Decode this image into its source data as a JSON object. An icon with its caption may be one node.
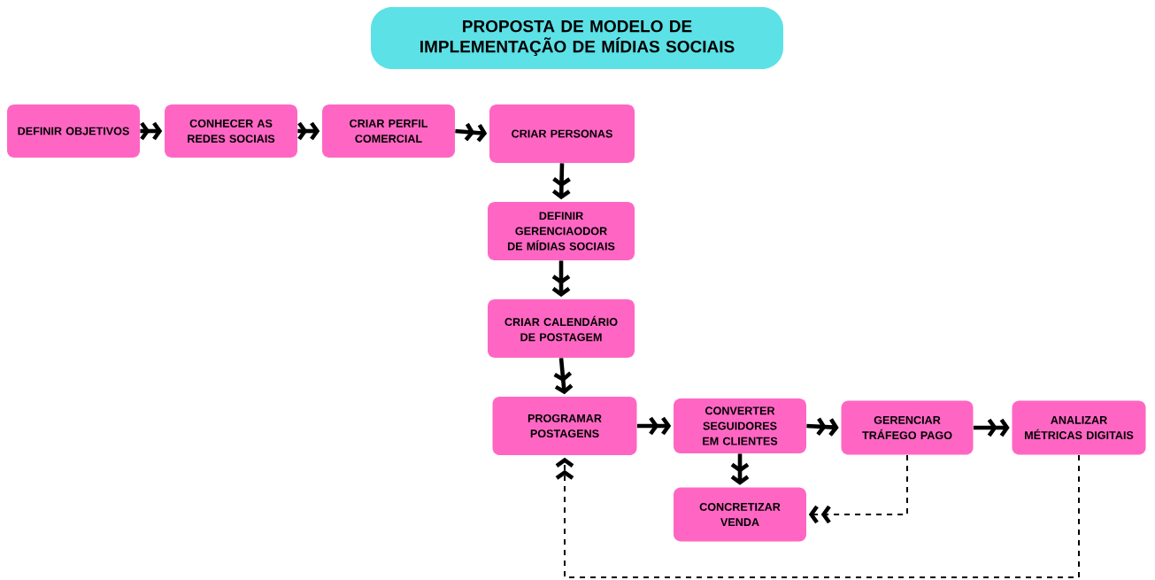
{
  "diagram": {
    "title": "PROPOSTA DE MODELO DE IMPLEMENTAÇÃO DE MÍDIAS SOCIAIS",
    "nodes": [
      {
        "text": [
          "DEFINIR OBJETIVOS"
        ]
      },
      {
        "text": [
          "CONHECER AS REDES SOCIAIS"
        ]
      },
      {
        "text": [
          "CRIAR PERFIL COMERCIAL"
        ]
      },
      {
        "text": [
          "CRIAR PERSONAS"
        ]
      },
      {
        "text": [
          "DEFINIR GERENCIAODOR DE MÍDIAS SOCIAIS"
        ]
      },
      {
        "text": [
          "CRIAR CALENDÁRIO DE POSTAGEM"
        ]
      },
      {
        "text": [
          "PROGRAMAR POSTAGENS"
        ]
      },
      {
        "text": [
          "CONVERTER SEGUIDORES EM CLIENTES"
        ]
      },
      {
        "text": [
          "GERENCIAR TRÁFEGO PAGO"
        ]
      },
      {
        "text": [
          "ANALIZAR MÉTRICAS DIGITAIS"
        ]
      },
      {
        "text": [
          "CONCRETIZAR VENDA"
        ]
      }
    ],
    "edges": [
      {
        "from": 0,
        "to": 1,
        "arrow": "to"
      },
      {
        "from": 1,
        "to": 2,
        "arrow": "to"
      },
      {
        "from": 2,
        "to": 3,
        "arrow": "to"
      },
      {
        "from": 3,
        "to": 4,
        "arrow": "to"
      },
      {
        "from": 4,
        "to": 5,
        "arrow": "to"
      },
      {
        "from": 5,
        "to": 6,
        "arrow": "to"
      },
      {
        "from": 6,
        "to": 7,
        "arrow": "to"
      },
      {
        "from": 7,
        "to": 8,
        "arrow": "to"
      },
      {
        "from": 8,
        "to": 9,
        "arrow": "to"
      },
      {
        "from": 7,
        "to": 10,
        "arrow": "to"
      },
      {
        "from": 8,
        "to": 10,
        "arrow": "to",
        "style": "dashed"
      },
      {
        "from": 9,
        "to": 6,
        "arrow": "to",
        "style": "dashed"
      }
    ]
  }
}
